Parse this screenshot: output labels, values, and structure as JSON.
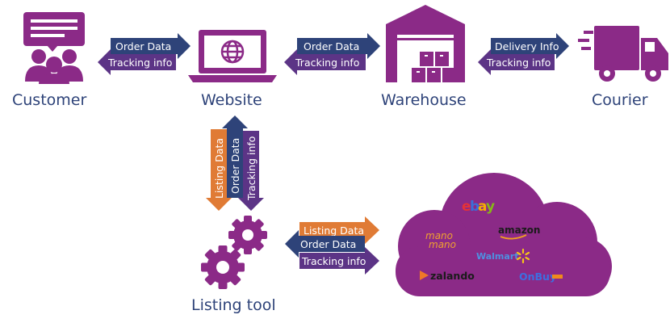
{
  "nodes": {
    "customer": "Customer",
    "website": "Website",
    "warehouse": "Warehouse",
    "courier": "Courier",
    "listing_tool": "Listing tool"
  },
  "flows": {
    "customer_website": {
      "top": "Order Data",
      "bottom": "Tracking info"
    },
    "website_warehouse": {
      "top": "Order Data",
      "bottom": "Tracking info"
    },
    "warehouse_courier": {
      "top": "Delivery Info",
      "bottom": "Tracking info"
    },
    "website_listing": {
      "left": "Listing Data",
      "middle": "Order Data",
      "right": "Tracking info"
    },
    "listing_marketplaces": {
      "top": "Listing Data",
      "middle": "Order Data",
      "bottom": "Tracking info"
    }
  },
  "marketplaces": [
    "ebay",
    "amazon",
    "mano mano",
    "Walmart",
    "zalando",
    "OnBuy"
  ],
  "colors": {
    "purple": "#8b2a87",
    "blue": "#2e4379",
    "orange": "#e07b35",
    "violet": "#5c3486",
    "cloud": "#8b2a87"
  },
  "icons": {
    "customer": "customer-group-icon",
    "website": "laptop-globe-icon",
    "warehouse": "warehouse-icon",
    "courier": "delivery-truck-icon",
    "listing_tool": "gears-icon",
    "marketplaces": "marketplace-cloud-icon"
  }
}
